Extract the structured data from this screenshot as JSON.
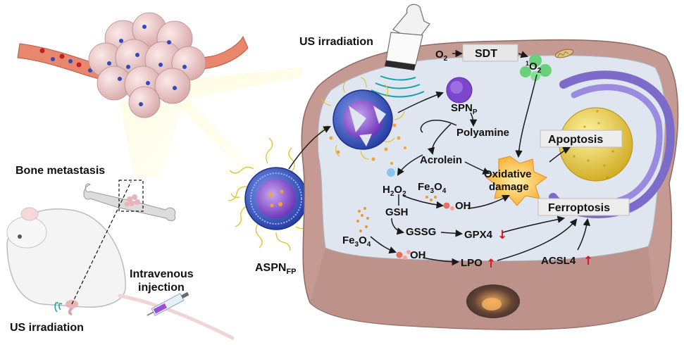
{
  "colors": {
    "cell_outer": "#c49a92",
    "cell_inner": "#dfe6ef",
    "nucleus": "#e9cf3f",
    "er": "#7d6bc9",
    "tumor_sphere": "#f0c7c7",
    "vessel": "#e9866e",
    "nanoparticle_core": "#8d4ed6",
    "nanoparticle_shell": "#3b57c9",
    "peg_chain": "#f2d73a",
    "highlight_red": "#e0141a",
    "box_fill": "#e8e8e8"
  },
  "icons": {
    "transducer": "ultrasound-probe-icon",
    "mouse": "mouse-icon",
    "syringe": "syringe-icon",
    "bone": "bone-icon",
    "mitochondrion": "mitochondrion-icon",
    "oxidative_burst": "starburst-icon"
  },
  "labels": {
    "us_irradiation_top": "US irradiation",
    "us_irradiation_bottom": "US irradiation",
    "bone_metastasis": "Bone metastasis",
    "intravenous_line1": "Intravenous",
    "intravenous_line2": "injection",
    "aspn_main": "ASPN",
    "aspn_sub": "FP",
    "spn_main": "SPN",
    "spn_sub": "P"
  },
  "pathway": {
    "o2": {
      "main": "O",
      "sub": "2"
    },
    "sdt": "SDT",
    "singlet_o2": {
      "pre": "1",
      "main": "O",
      "sub": "2"
    },
    "polyamine": "Polyamine",
    "acrolein": "Acrolein",
    "apoptosis": "Apoptosis",
    "oxidative_line1": "Oxidative",
    "oxidative_line2": "damage",
    "h2o2": {
      "a": "H",
      "b": "2",
      "c": "O",
      "d": "2"
    },
    "fe3o4_inner": {
      "a": "Fe",
      "b": "3",
      "c": "O",
      "d": "4"
    },
    "oh_top": "OH",
    "gsh": "GSH",
    "gssg": "GSSG",
    "gpx4": "GPX4",
    "gpx4_change": "↓",
    "fe3o4_left": {
      "a": "Fe",
      "b": "3",
      "c": "O",
      "d": "4"
    },
    "oh_bottom": "OH",
    "lpo": "LPO",
    "lpo_change": "↑",
    "ferroptosis": "Ferroptosis",
    "acsl4": "ACSL4",
    "acsl4_change": "↑"
  }
}
